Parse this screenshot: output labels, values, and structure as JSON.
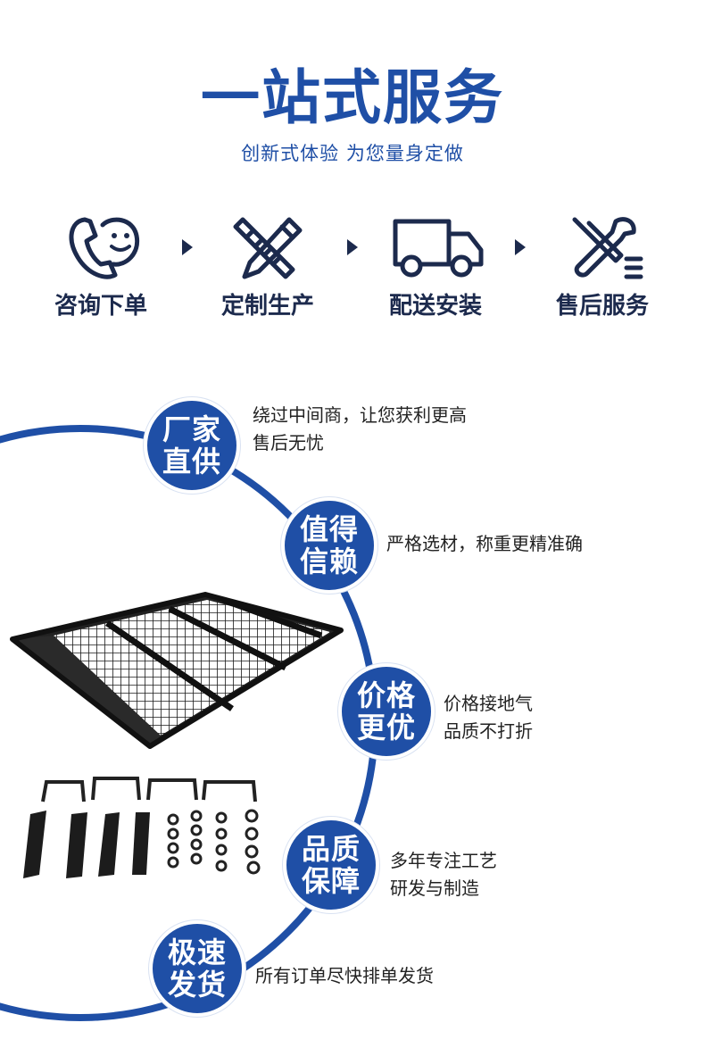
{
  "header": {
    "title": "一站式服务",
    "subtitle": "创新式体验 为您量身定做"
  },
  "steps": [
    {
      "label": "咨询下单",
      "icon": "phone-smile-icon"
    },
    {
      "label": "定制生产",
      "icon": "pencil-ruler-icon"
    },
    {
      "label": "配送安装",
      "icon": "delivery-truck-icon"
    },
    {
      "label": "售后服务",
      "icon": "wrench-screwdriver-icon"
    }
  ],
  "features": [
    {
      "badge": [
        "厂家",
        "直供"
      ],
      "lines": [
        "绕过中间商，让您获利更高",
        "售后无忧"
      ]
    },
    {
      "badge": [
        "值得",
        "信赖"
      ],
      "lines": [
        "严格选材，称重更精准确"
      ]
    },
    {
      "badge": [
        "价格",
        "更优"
      ],
      "lines": [
        "价格接地气",
        "品质不打折"
      ]
    },
    {
      "badge": [
        "品质",
        "保障"
      ],
      "lines": [
        "多年专注工艺",
        "研发与制造"
      ]
    },
    {
      "badge": [
        "极速",
        "发货"
      ],
      "lines": [
        "所有订单尽快排单发货"
      ]
    }
  ],
  "colors": {
    "accent": "#1f4fa6",
    "icon_dark": "#1c2a4d",
    "text": "#222222"
  }
}
